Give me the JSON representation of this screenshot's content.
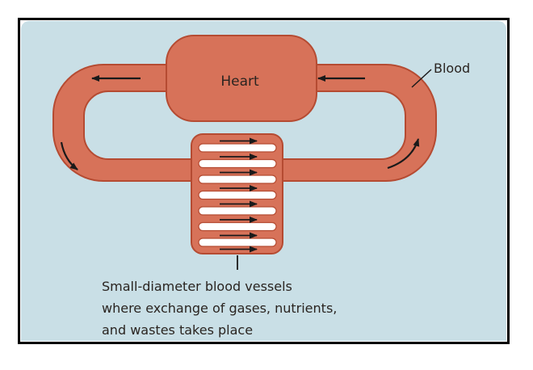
{
  "diagram": {
    "heart_label": "Heart",
    "blood_label": "Blood",
    "caption_lines": [
      "Small-diameter blood vessels",
      "where exchange of gases, nutrients,",
      "and wastes takes place"
    ],
    "colors": {
      "background": "#c9dfe6",
      "vessel_fill": "#d77259",
      "vessel_stroke": "#b54b32",
      "arrow": "#1a1a1a",
      "frame": "#000000"
    },
    "capillary_count": 7
  }
}
